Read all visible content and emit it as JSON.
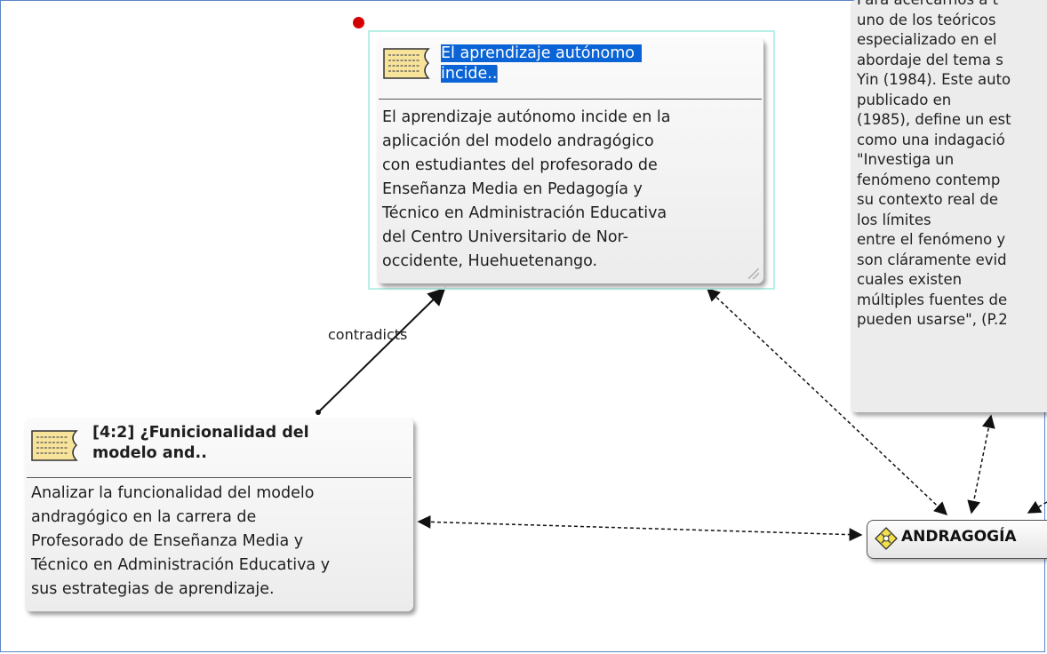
{
  "selected_memo": {
    "title": "El aprendizaje autónomo incide..",
    "title_line1": "El aprendizaje autónomo",
    "title_line2": "incide..",
    "body_lines": [
      "El aprendizaje autónomo  incide en la",
      "aplicación del modelo andragógico",
      "con estudiantes del profesorado de",
      "Enseñanza Media en Pedagogía y",
      "Técnico en Administración Educativa",
      "del Centro Universitario de Nor-",
      "occidente, Huehuetenango."
    ]
  },
  "quotation_memo": {
    "title_line1": "[4:2] ¿Funicionalidad del",
    "title_line2": "modelo and..",
    "body_lines": [
      "Analizar la funcionalidad del modelo",
      "andragógico en la carrera de",
      "Profesorado de Enseñanza Media y",
      "Técnico en Administración Educativa y",
      "sus estrategias de aprendizaje."
    ]
  },
  "relation_label": "contradicts",
  "quote_excerpt": {
    "text": "Para acercarnos a t\nuno de los teóricos\nespecializado en el\nabordaje del tema s\nYin (1984). Este auto\npublicado en\n(1985), define un est\ncomo una indagació\n\"Investiga un\nfenómeno contemp\nsu contexto real de\nlos límites\nentre el fenómeno y\nson cláramente evid\ncuales existen\nmúltiples fuentes de\npueden usarse\", (P.2"
  },
  "code_node": {
    "label": "ANDRAGOGÍA"
  },
  "colors": {
    "selection_highlight": "#0a64d6",
    "selection_box": "#b8efe6",
    "handle": "#d40000",
    "frame": "#5b86c4"
  },
  "icons": [
    "memo-icon",
    "code-icon",
    "resize-grip-icon"
  ]
}
